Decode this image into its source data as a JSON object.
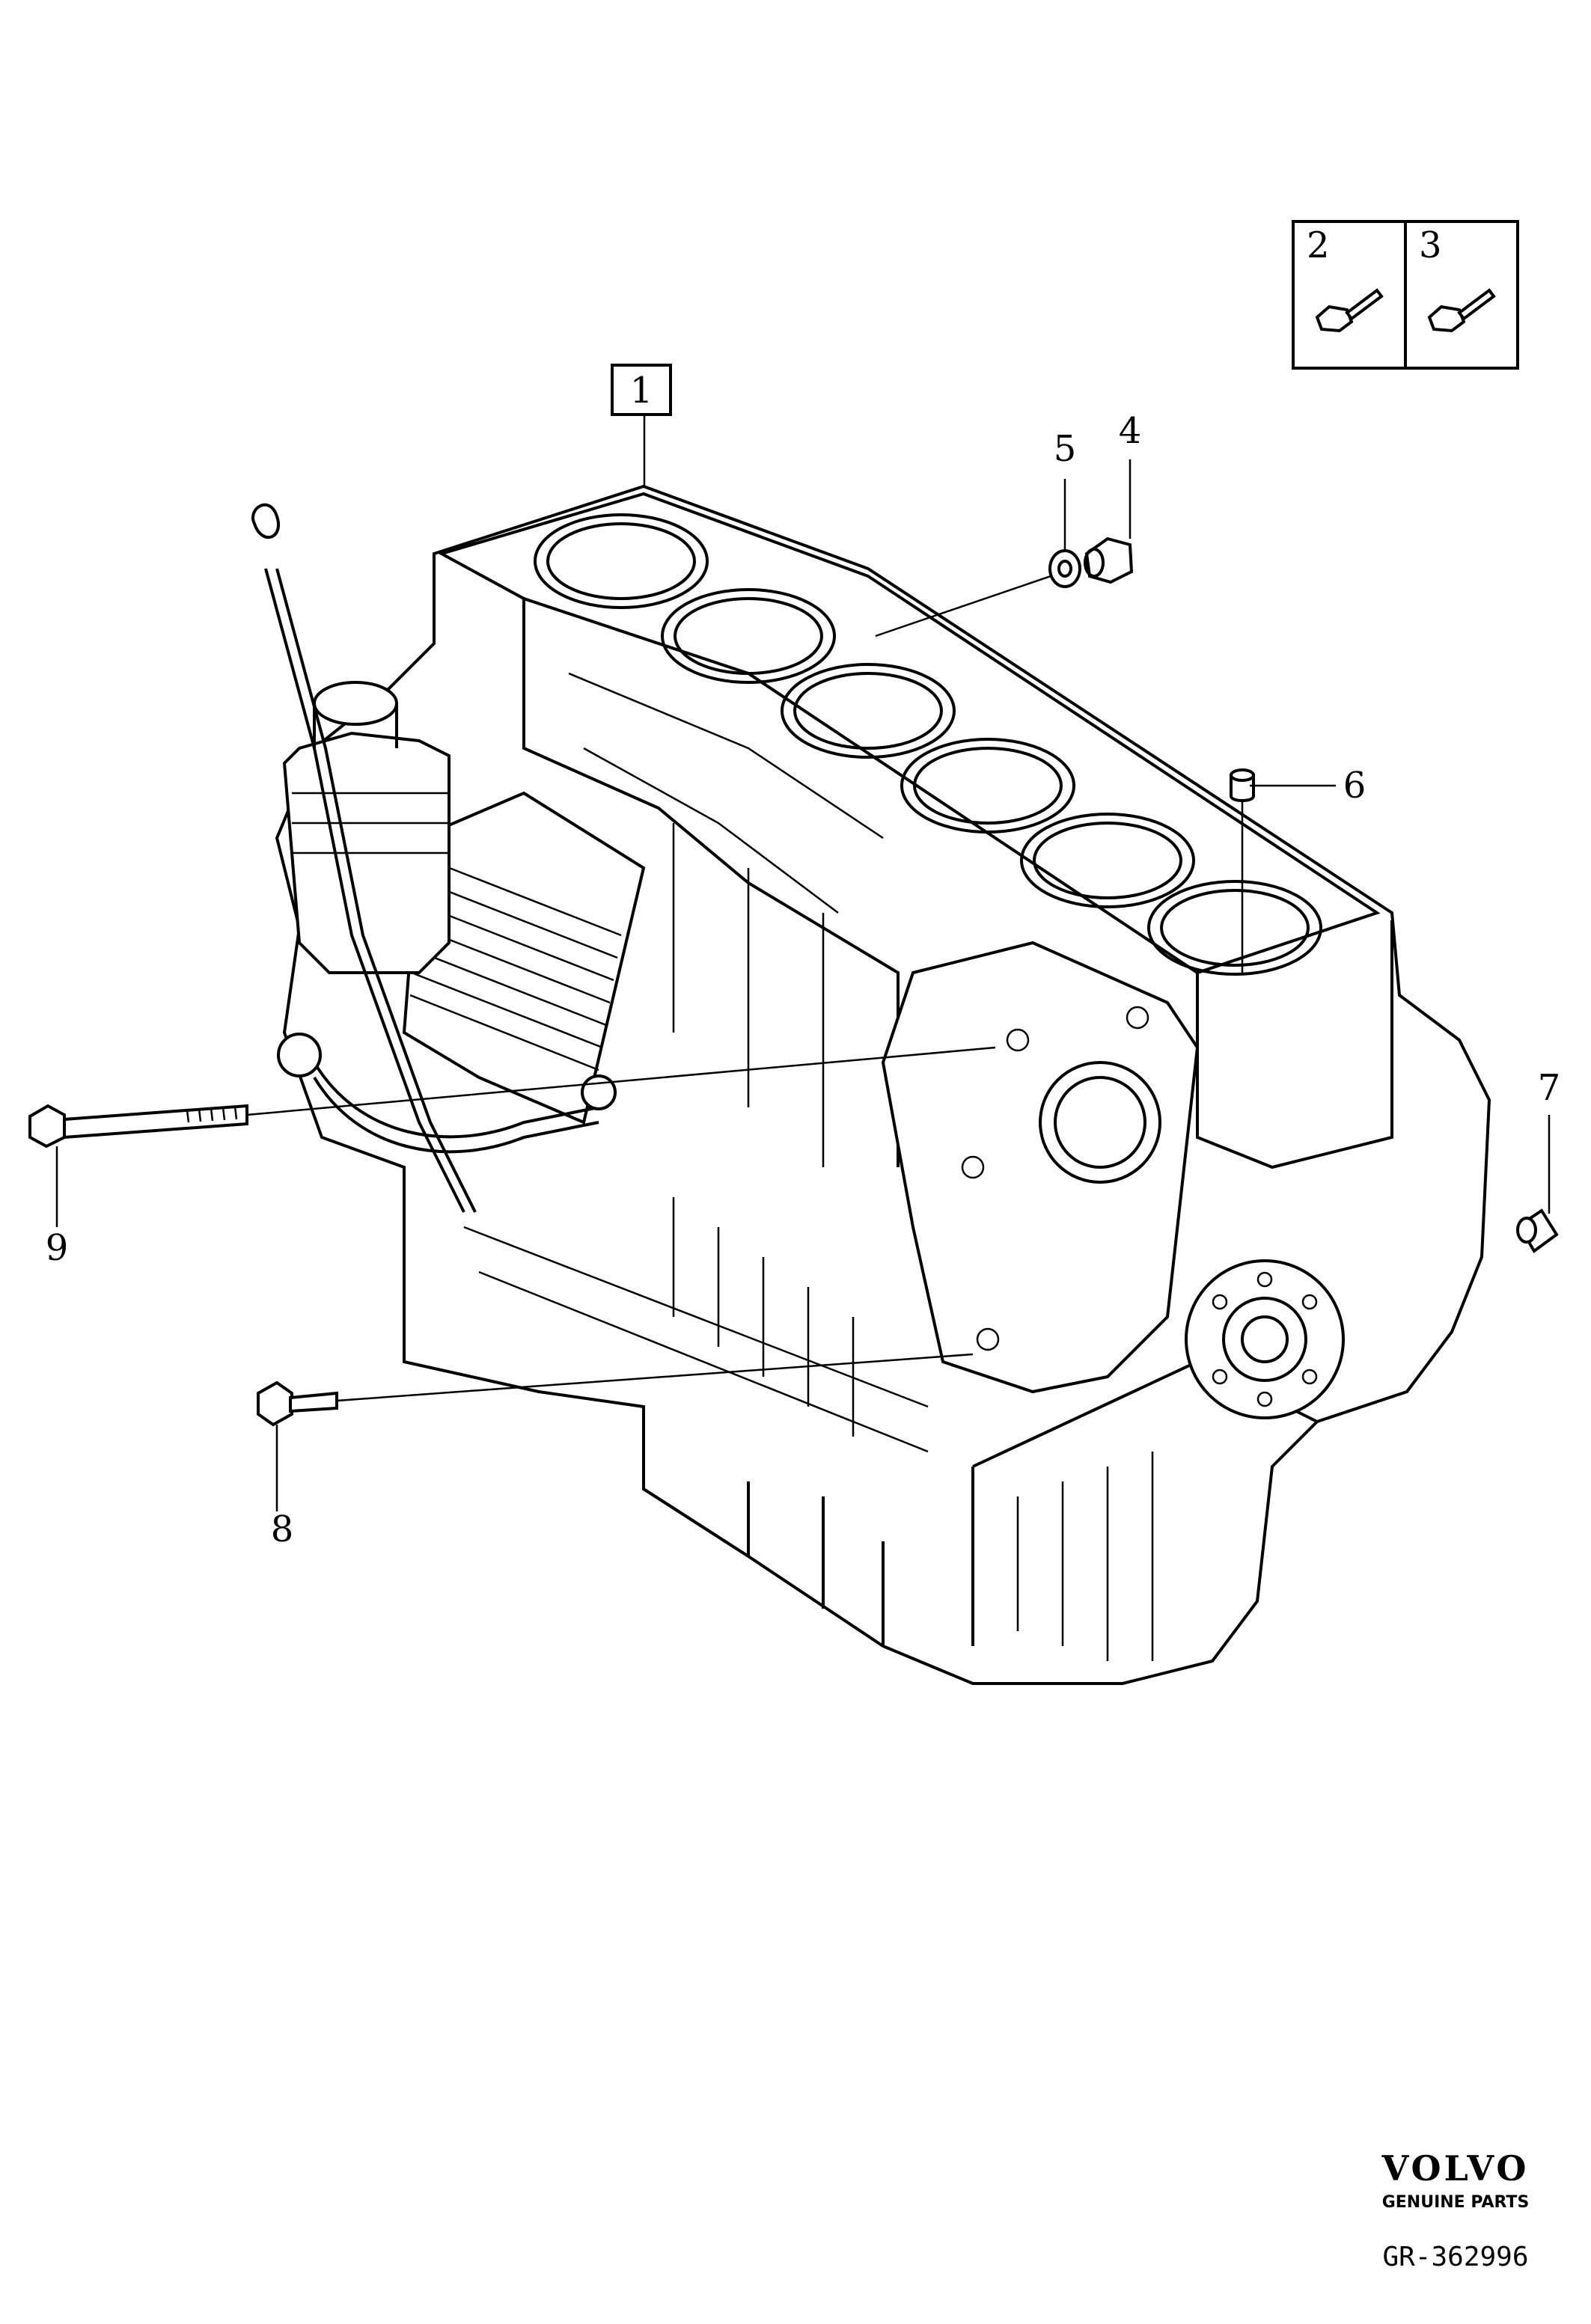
{
  "callouts": [
    {
      "number": "1",
      "boxed": true
    },
    {
      "number": "2",
      "boxed": false
    },
    {
      "number": "3",
      "boxed": false
    },
    {
      "number": "4",
      "boxed": false
    },
    {
      "number": "5",
      "boxed": false
    },
    {
      "number": "6",
      "boxed": false
    },
    {
      "number": "7",
      "boxed": false
    },
    {
      "number": "8",
      "boxed": false
    },
    {
      "number": "9",
      "boxed": false
    }
  ],
  "logo": {
    "brand": "VOLVO",
    "tagline": "GENUINE PARTS"
  },
  "figure_number": "GR-362996",
  "colors": {
    "line": "#000000",
    "background": "#ffffff"
  }
}
